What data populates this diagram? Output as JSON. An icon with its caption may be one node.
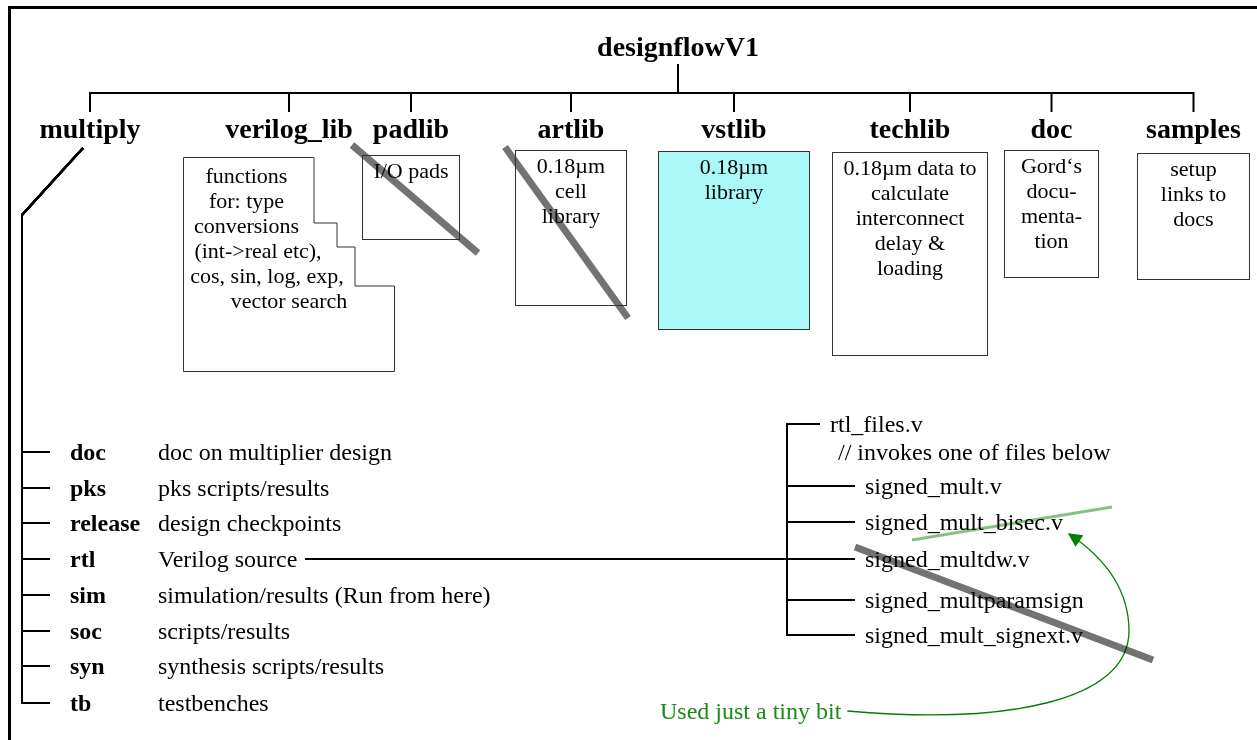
{
  "diagram": {
    "nodes": [
      {
        "text": [
          "designflowV1"
        ]
      },
      {
        "text": [
          "multiply"
        ]
      },
      {
        "text": [
          "verilog_lib",
          "functions for: type conversions (int->real etc), cos, sin, log, exp, vector search"
        ]
      },
      {
        "text": [
          "padlib",
          "I/O pads"
        ]
      },
      {
        "text": [
          "artlib",
          "0.18µm cell library"
        ]
      },
      {
        "text": [
          "vstlib",
          "0.18µm library"
        ]
      },
      {
        "text": [
          "techlib",
          "0.18µm data to calculate interconnect delay & loading"
        ]
      },
      {
        "text": [
          "doc",
          "Gord‘s docu- menta- tion"
        ]
      },
      {
        "text": [
          "samples",
          "setup links to docs"
        ]
      },
      {
        "text": [
          "doc",
          "doc on multiplier design"
        ]
      },
      {
        "text": [
          "pks",
          "pks scripts/results"
        ]
      },
      {
        "text": [
          "release",
          "design checkpoints"
        ]
      },
      {
        "text": [
          "rtl",
          "Verilog source"
        ]
      },
      {
        "text": [
          "sim",
          "simulation/results (Run from here)"
        ]
      },
      {
        "text": [
          "soc",
          "scripts/results"
        ]
      },
      {
        "text": [
          "syn",
          "synthesis scripts/results"
        ]
      },
      {
        "text": [
          "tb",
          "testbenches"
        ]
      },
      {
        "text": [
          "rtl_files.v"
        ],
        "beside": [
          "// invokes one of files below"
        ]
      },
      {
        "text": [
          "signed_mult.v"
        ]
      },
      {
        "text": [
          "signed_mult_bisec.v"
        ]
      },
      {
        "text": [
          "signed_multdw.v"
        ]
      },
      {
        "text": [
          "signed_multparamsign"
        ]
      },
      {
        "text": [
          "signed_mult_signext.v"
        ]
      },
      {
        "text": [
          "Used just a tiny bit"
        ]
      }
    ],
    "edges": [
      {
        "from": 0,
        "to": 1,
        "arrow": "none"
      },
      {
        "from": 0,
        "to": 2,
        "arrow": "none"
      },
      {
        "from": 0,
        "to": 3,
        "arrow": "none"
      },
      {
        "from": 0,
        "to": 4,
        "arrow": "none"
      },
      {
        "from": 0,
        "to": 5,
        "arrow": "none"
      },
      {
        "from": 0,
        "to": 6,
        "arrow": "none"
      },
      {
        "from": 0,
        "to": 7,
        "arrow": "none"
      },
      {
        "from": 0,
        "to": 8,
        "arrow": "none"
      },
      {
        "from": 1,
        "to": 9,
        "arrow": "none"
      },
      {
        "from": 1,
        "to": 10,
        "arrow": "none"
      },
      {
        "from": 1,
        "to": 11,
        "arrow": "none"
      },
      {
        "from": 1,
        "to": 12,
        "arrow": "none"
      },
      {
        "from": 1,
        "to": 13,
        "arrow": "none"
      },
      {
        "from": 1,
        "to": 14,
        "arrow": "none"
      },
      {
        "from": 1,
        "to": 15,
        "arrow": "none"
      },
      {
        "from": 1,
        "to": 16,
        "arrow": "none"
      },
      {
        "from": 12,
        "to": 17,
        "arrow": "none"
      },
      {
        "from": 12,
        "to": 18,
        "arrow": "none"
      },
      {
        "from": 12,
        "to": 19,
        "arrow": "none"
      },
      {
        "from": 12,
        "to": 20,
        "arrow": "none"
      },
      {
        "from": 12,
        "to": 21,
        "arrow": "none"
      },
      {
        "from": 12,
        "to": 22,
        "arrow": "none"
      },
      {
        "from": 23,
        "to": 19,
        "arrow": "to",
        "color": "#008000"
      }
    ]
  }
}
